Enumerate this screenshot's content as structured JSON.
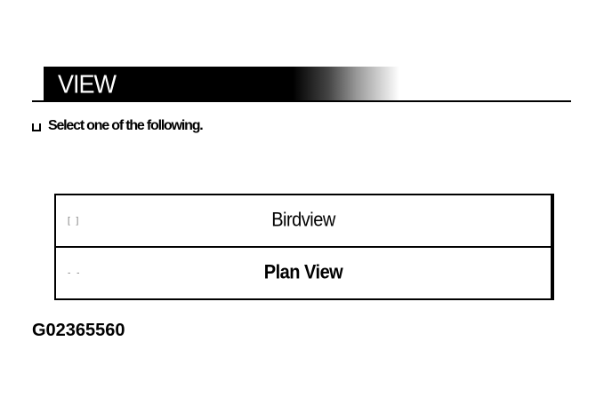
{
  "header": {
    "title": "VIEW"
  },
  "instruction": {
    "bullet_icon": "checkbox-bullet",
    "text": "Select one of the following."
  },
  "options": [
    {
      "marker": "[ ]",
      "label": "Birdview",
      "selected": false
    },
    {
      "marker": "- -",
      "label": "Plan View",
      "selected": true
    }
  ],
  "figure_id": "G02365560",
  "colors": {
    "header_bg": "#000000",
    "header_text": "#ffffff",
    "border": "#000000",
    "background": "#ffffff"
  }
}
